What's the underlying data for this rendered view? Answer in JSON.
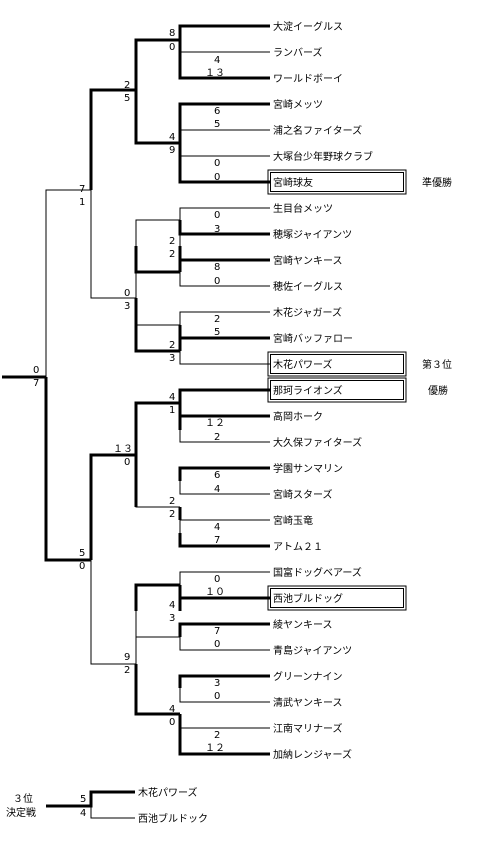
{
  "teams": [
    "大淀イーグルス",
    "ランバーズ",
    "ワールドボーイ",
    "宮崎メッツ",
    "浦之名ファイターズ",
    "大塚台少年野球クラブ",
    "宮崎球友",
    "生目台メッツ",
    "穂塚ジャイアンツ",
    "宮崎ヤンキース",
    "穂佐イーグルス",
    "木花ジャガーズ",
    "宮崎バッファロー",
    "木花パワーズ",
    "那珂ライオンズ",
    "高岡ホーク",
    "大久保ファイターズ",
    "学園サンマリン",
    "宮崎スターズ",
    "宮崎玉竜",
    "アトム２１",
    "国富ドッグベアーズ",
    "西池ブルドッグ",
    "綾ヤンキース",
    "青島ジャイアンツ",
    "グリーンナイン",
    "清武ヤンキース",
    "江南マリナーズ",
    "加納レンジャーズ"
  ],
  "placements": {
    "runner_up": "準優勝",
    "third": "第３位",
    "champion": "優勝"
  },
  "third_place_match": {
    "title_line1": "３位",
    "title_line2": "決定戦",
    "team_top": "木花パワーズ",
    "team_bottom": "西池ブルドック",
    "score_top": "5",
    "score_bottom": "4"
  },
  "matches": [
    {
      "id": "r1a",
      "top": "8",
      "bottom": "0"
    },
    {
      "id": "r1b",
      "top": "4",
      "bottom": "１３"
    },
    {
      "id": "r1c",
      "top": "6",
      "bottom": "5"
    },
    {
      "id": "r1d",
      "top": "0",
      "bottom": "0"
    },
    {
      "id": "r1e",
      "top": "0",
      "bottom": "3"
    },
    {
      "id": "r1f",
      "top": "8",
      "bottom": "0"
    },
    {
      "id": "r1g",
      "top": "2",
      "bottom": "5"
    },
    {
      "id": "r1h",
      "top": "１２",
      "bottom": "2"
    },
    {
      "id": "r1i",
      "top": "6",
      "bottom": "4"
    },
    {
      "id": "r1j",
      "top": "4",
      "bottom": "7"
    },
    {
      "id": "r1k",
      "top": "0",
      "bottom": "１０"
    },
    {
      "id": "r1l",
      "top": "7",
      "bottom": "0"
    },
    {
      "id": "r1m",
      "top": "3",
      "bottom": "0"
    },
    {
      "id": "r1n",
      "top": "2",
      "bottom": "１２"
    },
    {
      "id": "r2a",
      "top": "4",
      "bottom": "9"
    },
    {
      "id": "r2b",
      "top": "2",
      "bottom": "2"
    },
    {
      "id": "r2c",
      "top": "2",
      "bottom": "3"
    },
    {
      "id": "r2d",
      "top": "4",
      "bottom": "1"
    },
    {
      "id": "r2e",
      "top": "2",
      "bottom": "2"
    },
    {
      "id": "r2f",
      "top": "4",
      "bottom": "3"
    },
    {
      "id": "r2g",
      "top": "4",
      "bottom": "0"
    },
    {
      "id": "r3a",
      "top": "2",
      "bottom": "5"
    },
    {
      "id": "r3b",
      "top": "0",
      "bottom": "3"
    },
    {
      "id": "r3c",
      "top": "１３",
      "bottom": "0"
    },
    {
      "id": "r3d",
      "top": "9",
      "bottom": "2"
    },
    {
      "id": "r4a",
      "top": "7",
      "bottom": "1"
    },
    {
      "id": "r4b",
      "top": "5",
      "bottom": "0"
    },
    {
      "id": "final",
      "top": "0",
      "bottom": "7"
    }
  ]
}
